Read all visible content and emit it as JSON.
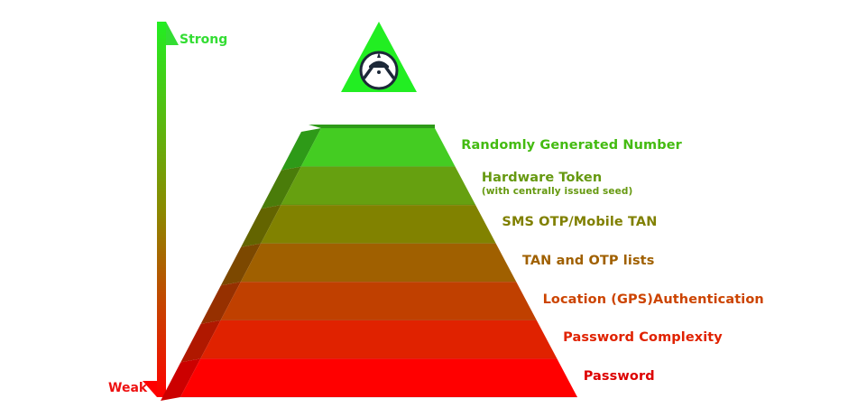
{
  "scale": {
    "strong_label": "Strong",
    "weak_label": "Weak",
    "strong_color": "#33dd33",
    "weak_color": "#ff0000"
  },
  "apex": {
    "icon": "hacker-icon",
    "color": "#22ee22"
  },
  "levels": [
    {
      "label": "Randomly Generated Number",
      "sublabel": "",
      "color": "#44cc22",
      "side_color": "#2e9a18",
      "text_color": "#44bb11"
    },
    {
      "label": "Hardware Token",
      "sublabel": "(with centrally issued seed)",
      "color": "#66a010",
      "side_color": "#4a7c0a",
      "text_color": "#669910"
    },
    {
      "label": "SMS OTP/Mobile TAN",
      "sublabel": "",
      "color": "#818200",
      "side_color": "#636400",
      "text_color": "#808000"
    },
    {
      "label": "TAN and OTP lists",
      "sublabel": "",
      "color": "#a06000",
      "side_color": "#7c4800",
      "text_color": "#a06000"
    },
    {
      "label": "Location (GPS)Authentication",
      "sublabel": "",
      "color": "#c04000",
      "side_color": "#963000",
      "text_color": "#cc4400"
    },
    {
      "label": "Password Complexity",
      "sublabel": "",
      "color": "#e02200",
      "side_color": "#b01800",
      "text_color": "#e02200"
    },
    {
      "label": "Password",
      "sublabel": "",
      "color": "#ff0000",
      "side_color": "#cc0000",
      "text_color": "#dd0000"
    }
  ]
}
